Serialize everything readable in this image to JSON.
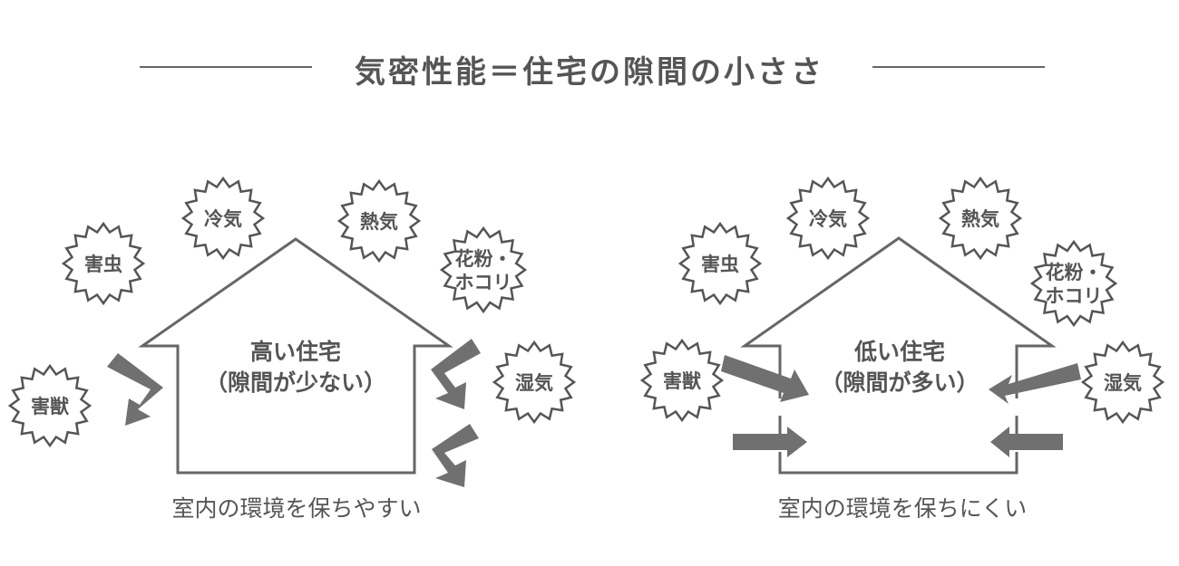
{
  "title": "気密性能＝住宅の隙間の小ささ",
  "panels": [
    {
      "house_line1": "高い住宅",
      "house_line2": "（隙間が少ない）",
      "caption": "室内の環境を保ちやすい",
      "bursts": [
        {
          "line1": "害虫",
          "line2": ""
        },
        {
          "line1": "冷気",
          "line2": ""
        },
        {
          "line1": "熱気",
          "line2": ""
        },
        {
          "line1": "花粉・",
          "line2": "ホコリ"
        },
        {
          "line1": "害獣",
          "line2": ""
        },
        {
          "line1": "湿気",
          "line2": ""
        }
      ]
    },
    {
      "house_line1": "低い住宅",
      "house_line2": "（隙間が多い）",
      "caption": "室内の環境を保ちにくい",
      "bursts": [
        {
          "line1": "害虫",
          "line2": ""
        },
        {
          "line1": "冷気",
          "line2": ""
        },
        {
          "line1": "熱気",
          "line2": ""
        },
        {
          "line1": "花粉・",
          "line2": "ホコリ"
        },
        {
          "line1": "害獣",
          "line2": ""
        },
        {
          "line1": "湿気",
          "line2": ""
        }
      ]
    }
  ],
  "colors": {
    "line": "#666666",
    "arrow": "#707070",
    "text": "#555555"
  }
}
